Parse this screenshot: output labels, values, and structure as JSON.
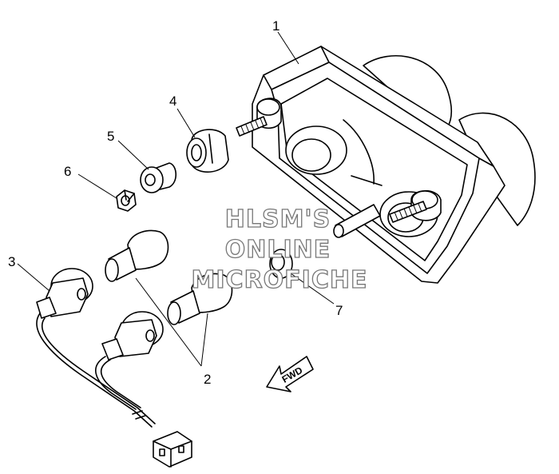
{
  "callouts": {
    "c1": "1",
    "c2": "2",
    "c3": "3",
    "c4": "4",
    "c5": "5",
    "c6": "6",
    "c7": "7"
  },
  "watermark": {
    "line1": "HLSM'S",
    "line2": "ONLINE",
    "line3": "MICROFICHE"
  },
  "direction_arrow": {
    "label": "FWD"
  }
}
